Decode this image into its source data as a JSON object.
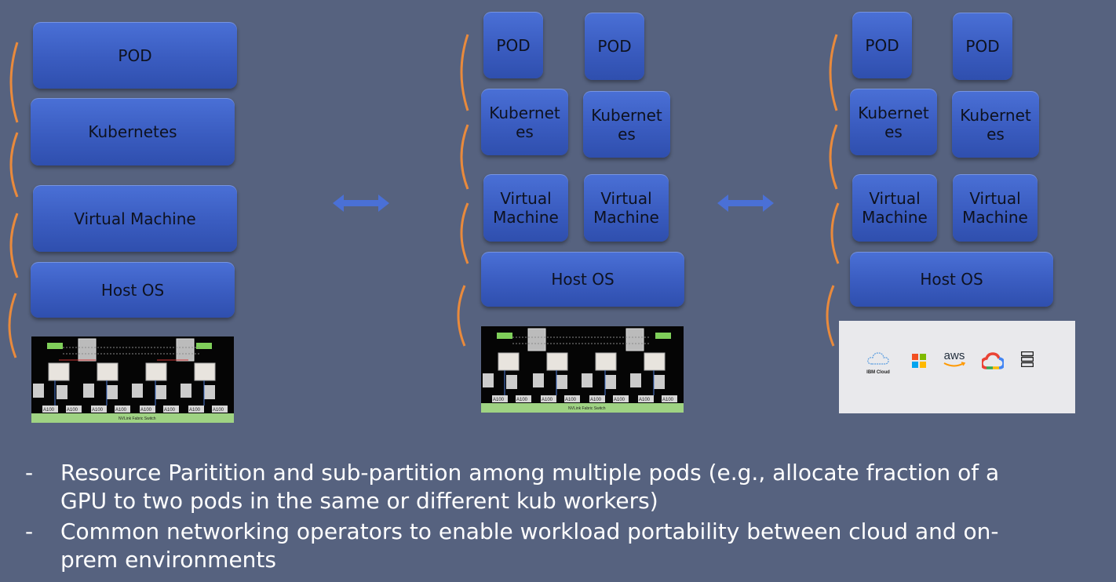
{
  "labels": {
    "pod": "POD",
    "kubernetes": "Kubernetes",
    "kubernetes_split": "Kubernet\nes",
    "virtual_machine": "Virtual Machine",
    "virtual_machine_split": "Virtual\nMachine",
    "host_os": "Host OS"
  },
  "hardware": {
    "gpu_label": "A100",
    "switch_label": "NVLink Fabric Switch"
  },
  "cloud": {
    "ibm_label": "IBM Cloud",
    "aws_label": "aws"
  },
  "colors": {
    "background": "#56627f",
    "box": "#3a5cc0",
    "bracket": "#e98a3c",
    "arrow": "#4a70d6",
    "text": "#ffffff"
  },
  "bullets": [
    "Resource Paritition and sub-partition among multiple pods (e.g., allocate fraction of a GPU to two pods in the same or different kub workers)",
    "Common networking operators to enable workload portability between cloud and on-prem environments"
  ],
  "bullet_marker": "-"
}
